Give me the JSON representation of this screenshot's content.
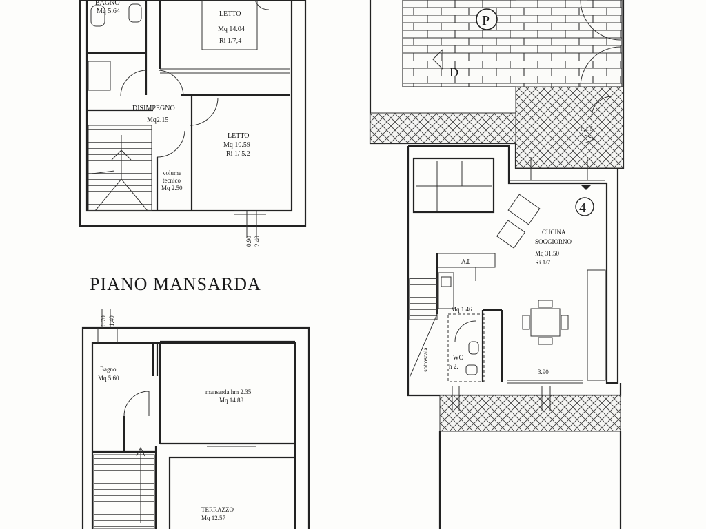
{
  "title": "PIANO MANSARDA",
  "rooms": {
    "bagno_top": {
      "name": "BAGNO",
      "area": "Mq 5.64"
    },
    "letto_1": {
      "name": "LETTO",
      "area": "Mq 14.04",
      "ratio": "Ri 1/7,4"
    },
    "disimpegno": {
      "name": "DISIMPEGNO",
      "area": "Mq2.15"
    },
    "letto_2": {
      "name": "LETTO",
      "area": "Mq 10.59",
      "ratio": "Ri 1/ 5.2"
    },
    "volume_tecnico": {
      "name_1": "volume",
      "name_2": "tecnico",
      "area": "Mq 2.50"
    },
    "cucina_soggiorno": {
      "name_1": "CUCINA",
      "name_2": "SOGGIORNO",
      "area": "Mq 31.50",
      "ratio": "Ri 1/7"
    },
    "wc": {
      "area": "Mq 1.46",
      "name": "WC",
      "height": "h 2."
    },
    "sottoscala": {
      "name": "sottoscala"
    },
    "bagno_attic": {
      "name": "Bagno",
      "area": "Mq 5.60"
    },
    "mansarda": {
      "name": "mansarda hm 2.35",
      "area": "Mq 14.88"
    },
    "terrazzo": {
      "name": "TERRAZZO",
      "area": "Mq 12.57"
    }
  },
  "dimensions": {
    "window_top_a": "0.90",
    "window_top_b": "2.40",
    "window_attic_a": "0.70",
    "window_attic_b": "1.40",
    "kitchen_width": "3.90",
    "tv_label": "TV"
  },
  "markers": {
    "parking": "P",
    "drive": "D",
    "unit_number": "4"
  }
}
